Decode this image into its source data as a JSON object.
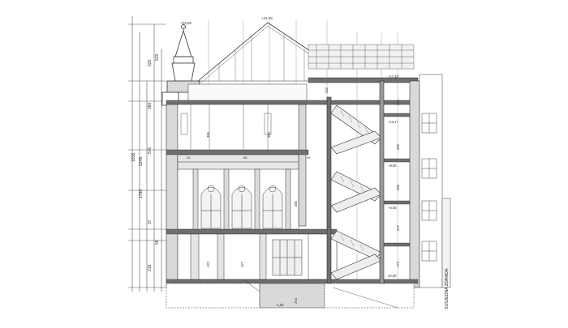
{
  "drawing": {
    "title": "",
    "side_label": "SUSJEDNA ZGRADA",
    "colors": {
      "line": "#333333",
      "wall": "#6f6f6f",
      "fill": "#d9d9d9",
      "paper": "#ffffff",
      "dim": "#555555"
    }
  },
  "dimension_labels": {
    "left_total_a": "1538",
    "left_total_b": "2245",
    "left_total_c": "1790",
    "left_seg_1": "525",
    "left_seg_2": "280",
    "left_seg_3": "576",
    "left_seg_4": "525",
    "left_seg_5": "37",
    "left_seg_6": "219",
    "left_seg_7": "56",
    "spire_level": "+23,05",
    "roof_level": "+24,05",
    "level_a": "+17,48",
    "level_b": "+13,17",
    "level_c": "+8,80",
    "level_d": "+4,55",
    "level_e": "±0,00",
    "level_f": "-1,55",
    "room_h1": "395",
    "room_h2": "380",
    "room_h3": "422",
    "room_h4": "427",
    "room_h5": "384",
    "room_h6": "254",
    "stair_h1": "465",
    "stair_h2": "332",
    "stair_h3": "300",
    "stair_h4": "217",
    "stair_h5": "174",
    "stair_h6": "232",
    "wall_t1": "25",
    "wall_t2": "88",
    "wall_t3": "95"
  }
}
